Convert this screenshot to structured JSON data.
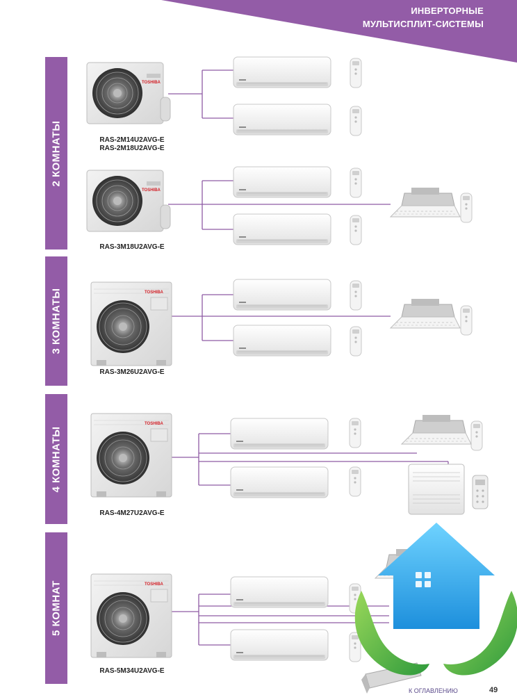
{
  "header": {
    "title_line1": "ИНВЕРТОРНЫЕ",
    "title_line2": "МУЛЬТИСПЛИТ-СИСТЕМЫ",
    "band_color": "#935ca7"
  },
  "sections": [
    {
      "label": "2 КОМНАТЫ",
      "models": [
        "RAS-2M14U2AVG-E",
        "RAS-2M18U2AVG-E"
      ]
    },
    {
      "label": "",
      "models": [
        "RAS-3M18U2AVG-E"
      ]
    },
    {
      "label": "3 КОМНАТЫ",
      "models": [
        "RAS-3M26U2AVG-E"
      ]
    },
    {
      "label": "4 КОМНАТЫ",
      "models": [
        "RAS-4M27U2AVG-E"
      ]
    },
    {
      "label": "5 КОМНАТ",
      "models": [
        "RAS-5M34U2AVG-E"
      ]
    }
  ],
  "brand": "TOSHIBA",
  "footer": {
    "link": "К ОГЛАВЛЕНИЮ",
    "page": "49"
  },
  "colors": {
    "accent": "#935ca7",
    "pipe": "#8e5ba3",
    "logo_blue": "#3db2ef",
    "logo_green": "#58b947"
  }
}
